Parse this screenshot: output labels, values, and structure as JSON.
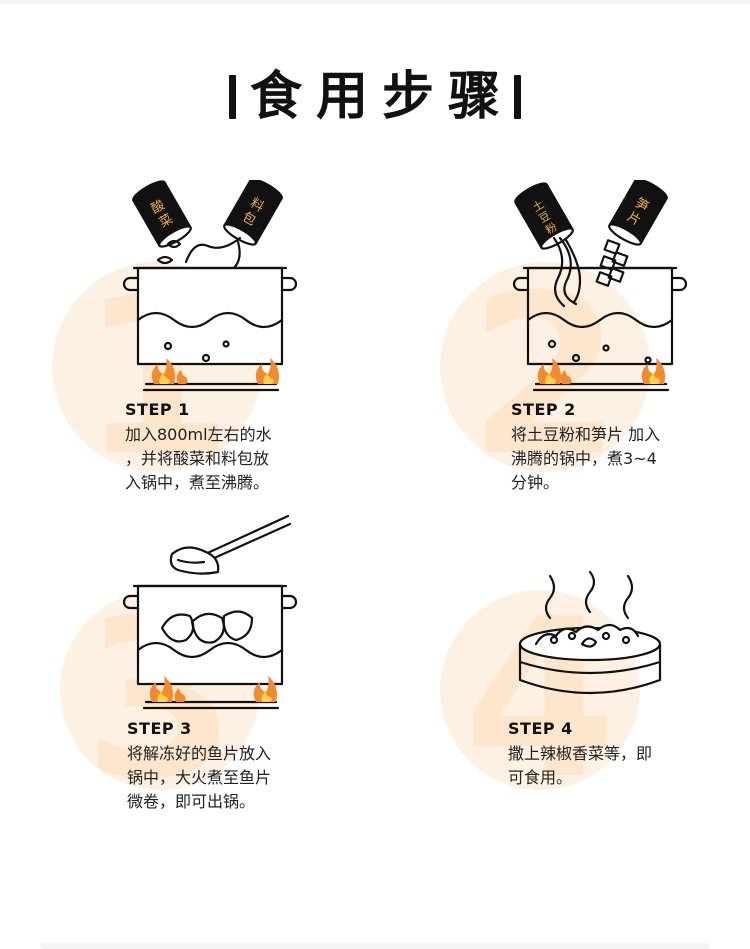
{
  "title": "食用步骤",
  "steps": [
    {
      "number": "1",
      "label": "STEP 1",
      "desc": "加入800ml左右的水\n，并将酸菜和料包放\n入锅中，煮至沸腾。",
      "can_left": "酸菜",
      "can_right": "料包"
    },
    {
      "number": "2",
      "label": "STEP 2",
      "desc": "将土豆粉和笋片 加入\n沸腾的锅中，煮3~4\n分钟。",
      "can_left": "土豆粉",
      "can_right": "笋片"
    },
    {
      "number": "3",
      "label": "STEP 3",
      "desc": "将解冻好的鱼片放入\n锅中，大火煮至鱼片\n微卷，即可出锅。"
    },
    {
      "number": "4",
      "label": "STEP 4",
      "desc": "撒上辣椒香菜等，即\n可食用。"
    }
  ],
  "colors": {
    "circle_bg": "#fdf1e3",
    "numeral": "#fde6cc",
    "flame_outer": "#f28a2e",
    "flame_inner": "#ffd24a",
    "can_label_text": "#f2b233",
    "ink": "#111111"
  },
  "icons": [
    "pot-icon",
    "flame-icon",
    "can-icon",
    "chopsticks-icon",
    "bowl-icon",
    "steam-icon"
  ]
}
